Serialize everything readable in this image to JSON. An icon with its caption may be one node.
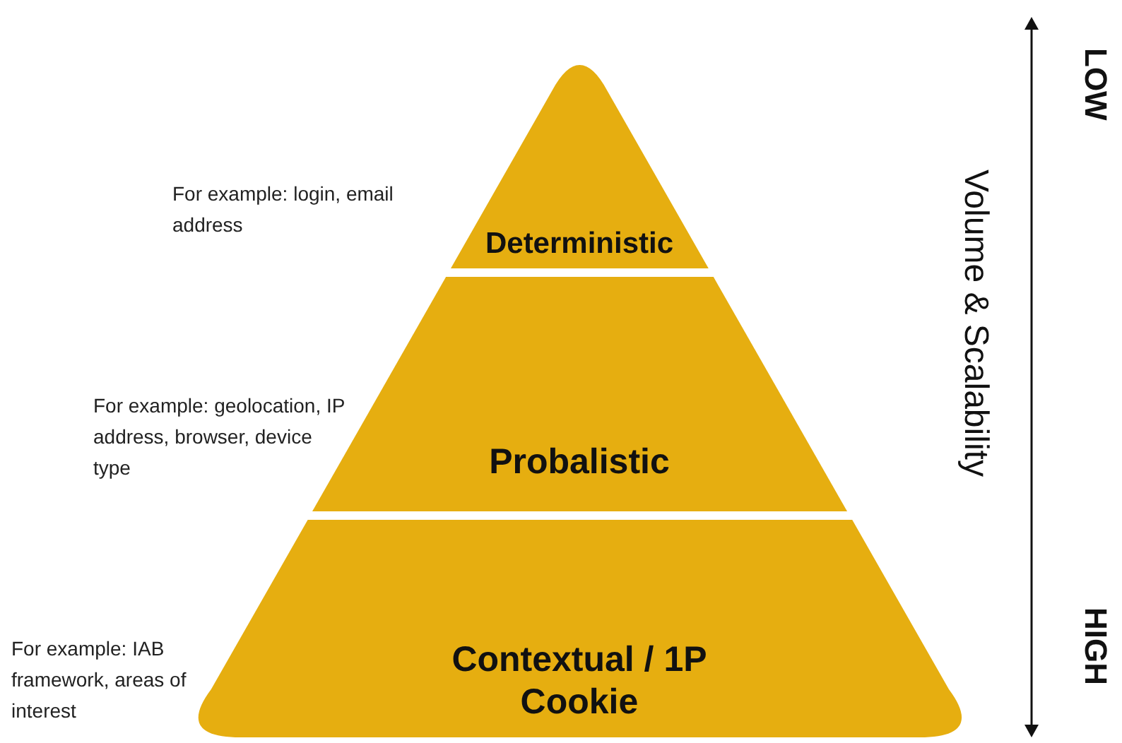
{
  "diagram": {
    "nodes": [
      {
        "text": [
          "Deterministic"
        ],
        "beside": [
          "For example: login, email address"
        ]
      },
      {
        "text": [
          "Probalistic"
        ],
        "beside": [
          "For example: geolocation, IP address, browser, device type"
        ]
      },
      {
        "text": [
          "Contextual / 1P Cookie"
        ],
        "beside": [
          "For example: IAB framework, areas of interest"
        ]
      }
    ],
    "labels": [
      "LOW",
      "Volume & Scalability",
      "HIGH"
    ]
  }
}
